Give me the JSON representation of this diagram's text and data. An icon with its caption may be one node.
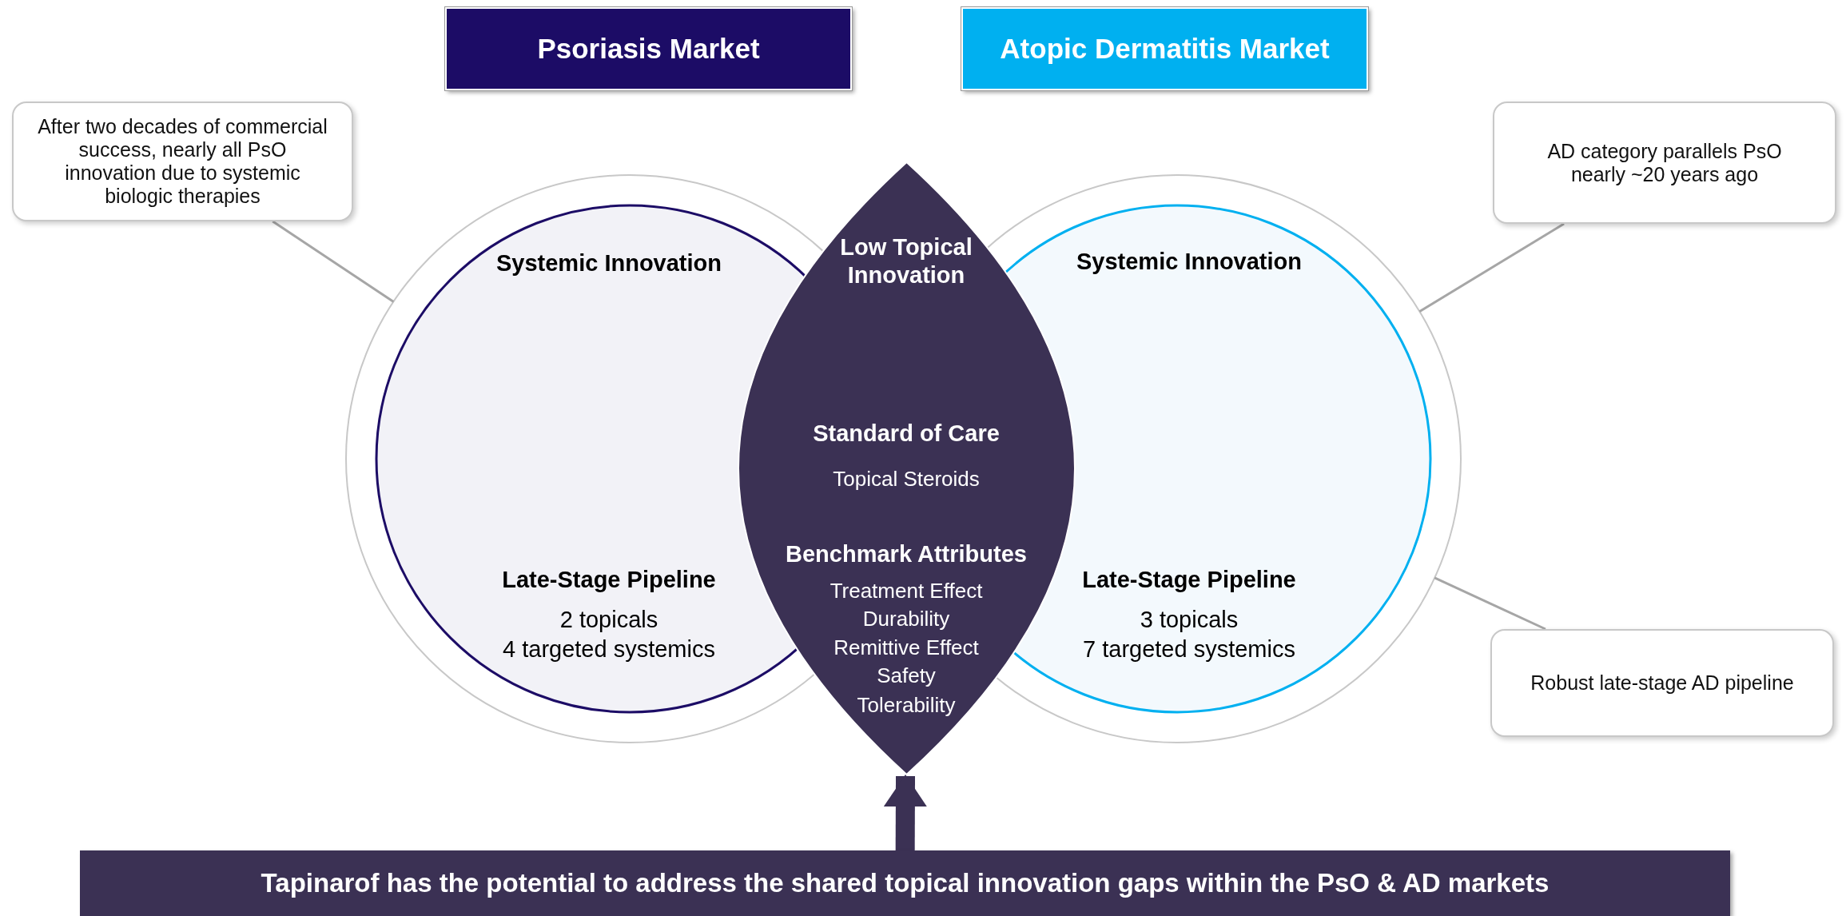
{
  "diagram": {
    "nodes": [
      {
        "text": [
          "Psoriasis Market"
        ]
      },
      {
        "text": [
          "Atopic Dermatitis Market"
        ]
      },
      {
        "text": [
          "After two decades of commercial success, nearly all PsO innovation due to systemic biologic therapies"
        ]
      },
      {
        "text": [
          "Systemic Innovation",
          "Late-Stage Pipeline",
          "2 topicals",
          "4 targeted systemics"
        ]
      },
      {
        "text": [
          "Low Topical Innovation",
          "Standard of Care",
          "Topical Steroids",
          "Benchmark Attributes",
          "Treatment Effect",
          "Durability",
          "Remittive Effect",
          "Safety",
          "Tolerability"
        ]
      },
      {
        "text": [
          "Systemic Innovation",
          "Late-Stage Pipeline",
          "3 topicals",
          "7 targeted systemics"
        ]
      },
      {
        "text": [
          "AD category parallels PsO nearly ~20 years ago"
        ]
      },
      {
        "text": [
          "Robust late-stage AD pipeline"
        ]
      },
      {
        "text": [
          "Tapinarof has the potential to address the shared topical innovation gaps within the PsO & AD markets"
        ]
      }
    ],
    "edges": [
      {
        "from": 2,
        "to": 3,
        "arrow": "none"
      },
      {
        "from": 6,
        "to": 5,
        "arrow": "none"
      },
      {
        "from": 7,
        "to": 5,
        "arrow": "none"
      },
      {
        "from": 8,
        "to": 4,
        "arrow": "to",
        "style": "thick",
        "color": "#3b3154"
      }
    ]
  }
}
